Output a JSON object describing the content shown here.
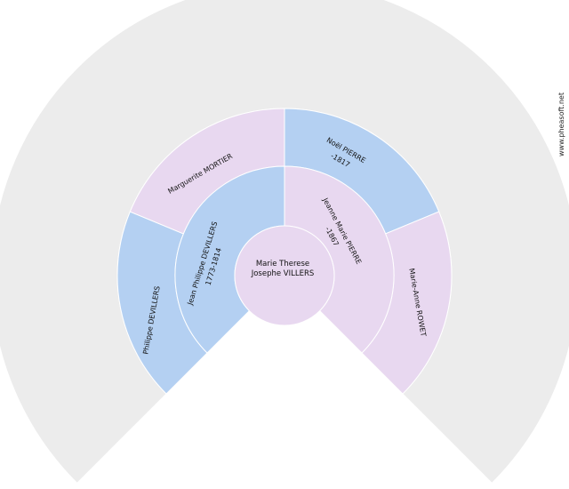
{
  "colors": {
    "male": "#b4d0f2",
    "female": "#e8d8f0",
    "empty": "#ececec",
    "stroke": "#ffffff"
  },
  "watermark": "www.pheasoft.net",
  "root": {
    "name_line1": "Marie Therese",
    "name_line2": "Josephe VILLERS"
  },
  "generation1": {
    "father": {
      "name": "Jean Philippe DEVILLERS",
      "dates": "1773-1814",
      "sex": "male"
    },
    "mother": {
      "name": "Jeanne Marie PIERRE",
      "dates": "-1867",
      "sex": "female"
    }
  },
  "generation2": [
    {
      "name": "Philippe DEVILLERS",
      "dates": "",
      "sex": "male"
    },
    {
      "name": "Marguerite MORTIER",
      "dates": "",
      "sex": "female"
    },
    {
      "name": "Noël PIERRE",
      "dates": "-1817",
      "sex": "male"
    },
    {
      "name": "Marie-Anne ROWET",
      "dates": "",
      "sex": "female"
    }
  ]
}
